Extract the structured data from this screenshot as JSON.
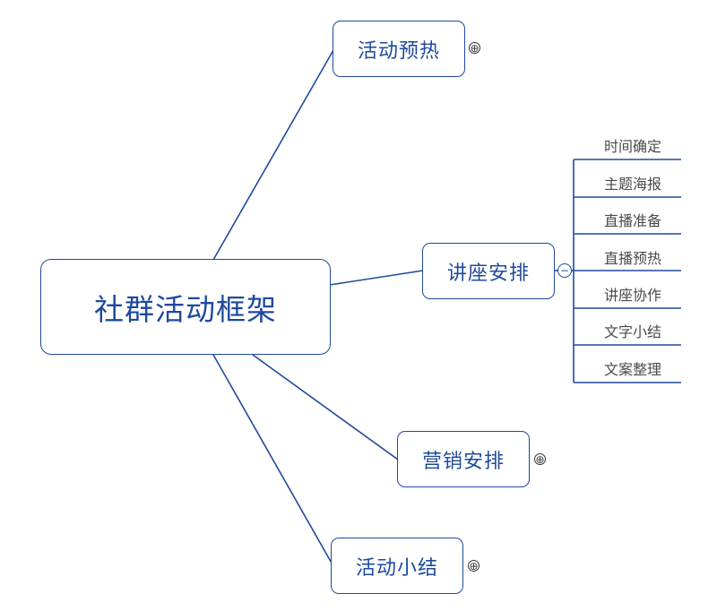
{
  "root": {
    "label": "社群活动框架"
  },
  "branches": [
    {
      "label": "活动预热",
      "toggle": "⊕",
      "collapsed": true
    },
    {
      "label": "讲座安排",
      "toggle": "−",
      "collapsed": false,
      "children": [
        "时间确定",
        "主题海报",
        "直播准备",
        "直播预热",
        "讲座协作",
        "文字小结",
        "文案整理"
      ]
    },
    {
      "label": "营销安排",
      "toggle": "⊕",
      "collapsed": true
    },
    {
      "label": "活动小结",
      "toggle": "⊕",
      "collapsed": true
    }
  ],
  "colors": {
    "line": "#1e4a9c",
    "leaf_text": "#4a4a4a"
  }
}
